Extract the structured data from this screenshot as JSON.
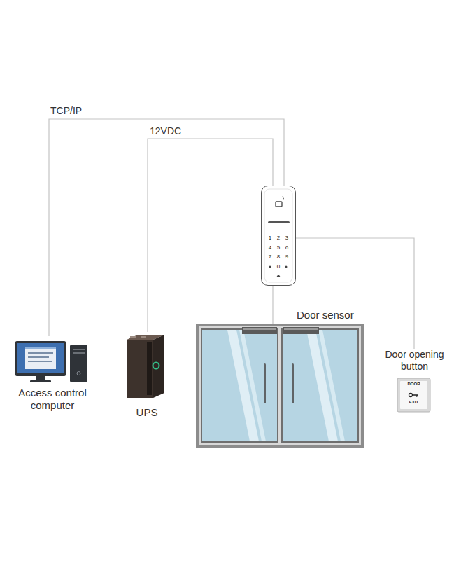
{
  "diagram": {
    "nodes": [
      {
        "text": [
          "1",
          "2",
          "3",
          "4",
          "5",
          "6",
          "7",
          "8",
          "9",
          "0"
        ]
      },
      {
        "text": [
          "Access control computer"
        ]
      },
      {
        "text": [
          "UPS"
        ]
      },
      {
        "text": [
          "Door sensor"
        ]
      },
      {
        "text": [
          "Door opening button",
          "DOOR",
          "EXIT"
        ]
      }
    ],
    "edges": [
      {
        "from": 1,
        "to": 0,
        "arrow": "none",
        "label": "TCP/IP"
      },
      {
        "from": 2,
        "to": 0,
        "arrow": "none",
        "label": "12VDC"
      },
      {
        "from": 0,
        "to": 3,
        "arrow": "none"
      },
      {
        "from": 0,
        "to": 4,
        "arrow": "none"
      }
    ]
  }
}
